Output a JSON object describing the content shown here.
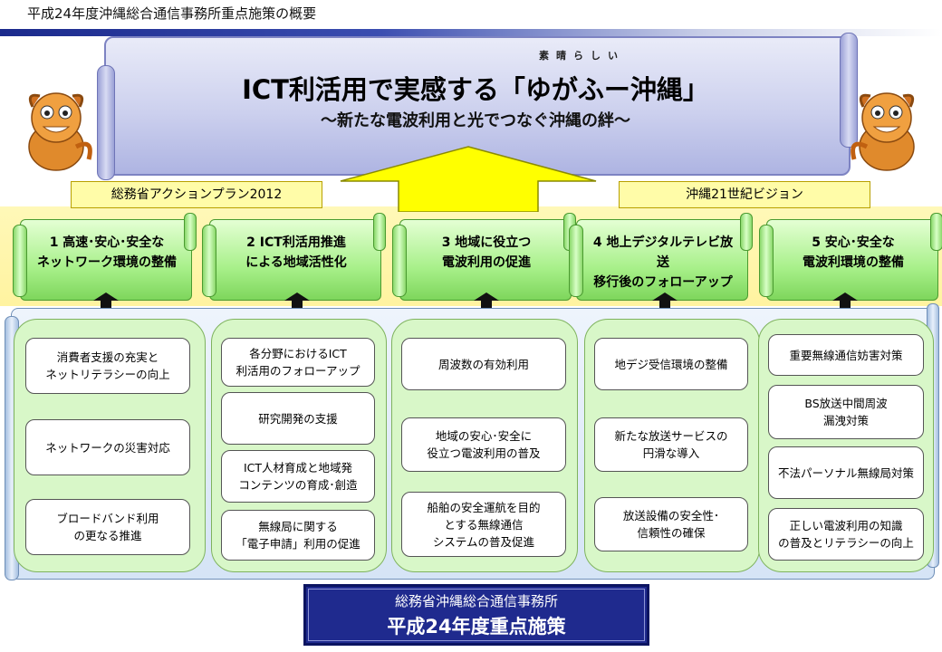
{
  "page_title": "平成24年度沖縄総合通信事務所重点施策の概要",
  "main": {
    "ruby": "素晴らしい",
    "title": "ICT利活用で実感する「ゆがふー沖縄」",
    "subtitle": "～新たな電波利用と光でつなぐ沖縄の絆～"
  },
  "visions": {
    "left": "総務省アクションプラン2012",
    "right": "沖縄21世紀ビジョン"
  },
  "pillars": [
    "1  高速･安心･安全な\nネットワーク環境の整備",
    "2  ICT利活用推進\nによる地域活性化",
    "3  地域に役立つ\n電波利用の促進",
    "4  地上デジタルテレビ放送\n移行後のフォローアップ",
    "5  安心･安全な\n電波利環境の整備"
  ],
  "columns": [
    [
      "消費者支援の充実と\nネットリテラシーの向上",
      "ネットワークの災害対応",
      "ブロードバンド利用\nの更なる推進"
    ],
    [
      "各分野におけるICT\n利活用のフォローアップ",
      "研究開発の支援",
      "ICT人材育成と地域発\nコンテンツの育成･創造",
      "無線局に関する\n「電子申請」利用の促進"
    ],
    [
      "周波数の有効利用",
      "地域の安心･安全に\n役立つ電波利用の普及",
      "船舶の安全運航を目的\nとする無線通信\nシステムの普及促進"
    ],
    [
      "地デジ受信環境の整備",
      "新たな放送サービスの\n円滑な導入",
      "放送設備の安全性･\n信頼性の確保"
    ],
    [
      "重要無線通信妨害対策",
      "BS放送中間周波\n漏洩対策",
      "不法パーソナル無線局対策",
      "正しい電波利用の知識\nの普及とリテラシーの向上"
    ]
  ],
  "footer": {
    "line1": "総務省沖縄総合通信事務所",
    "line2": "平成24年度重点施策"
  }
}
